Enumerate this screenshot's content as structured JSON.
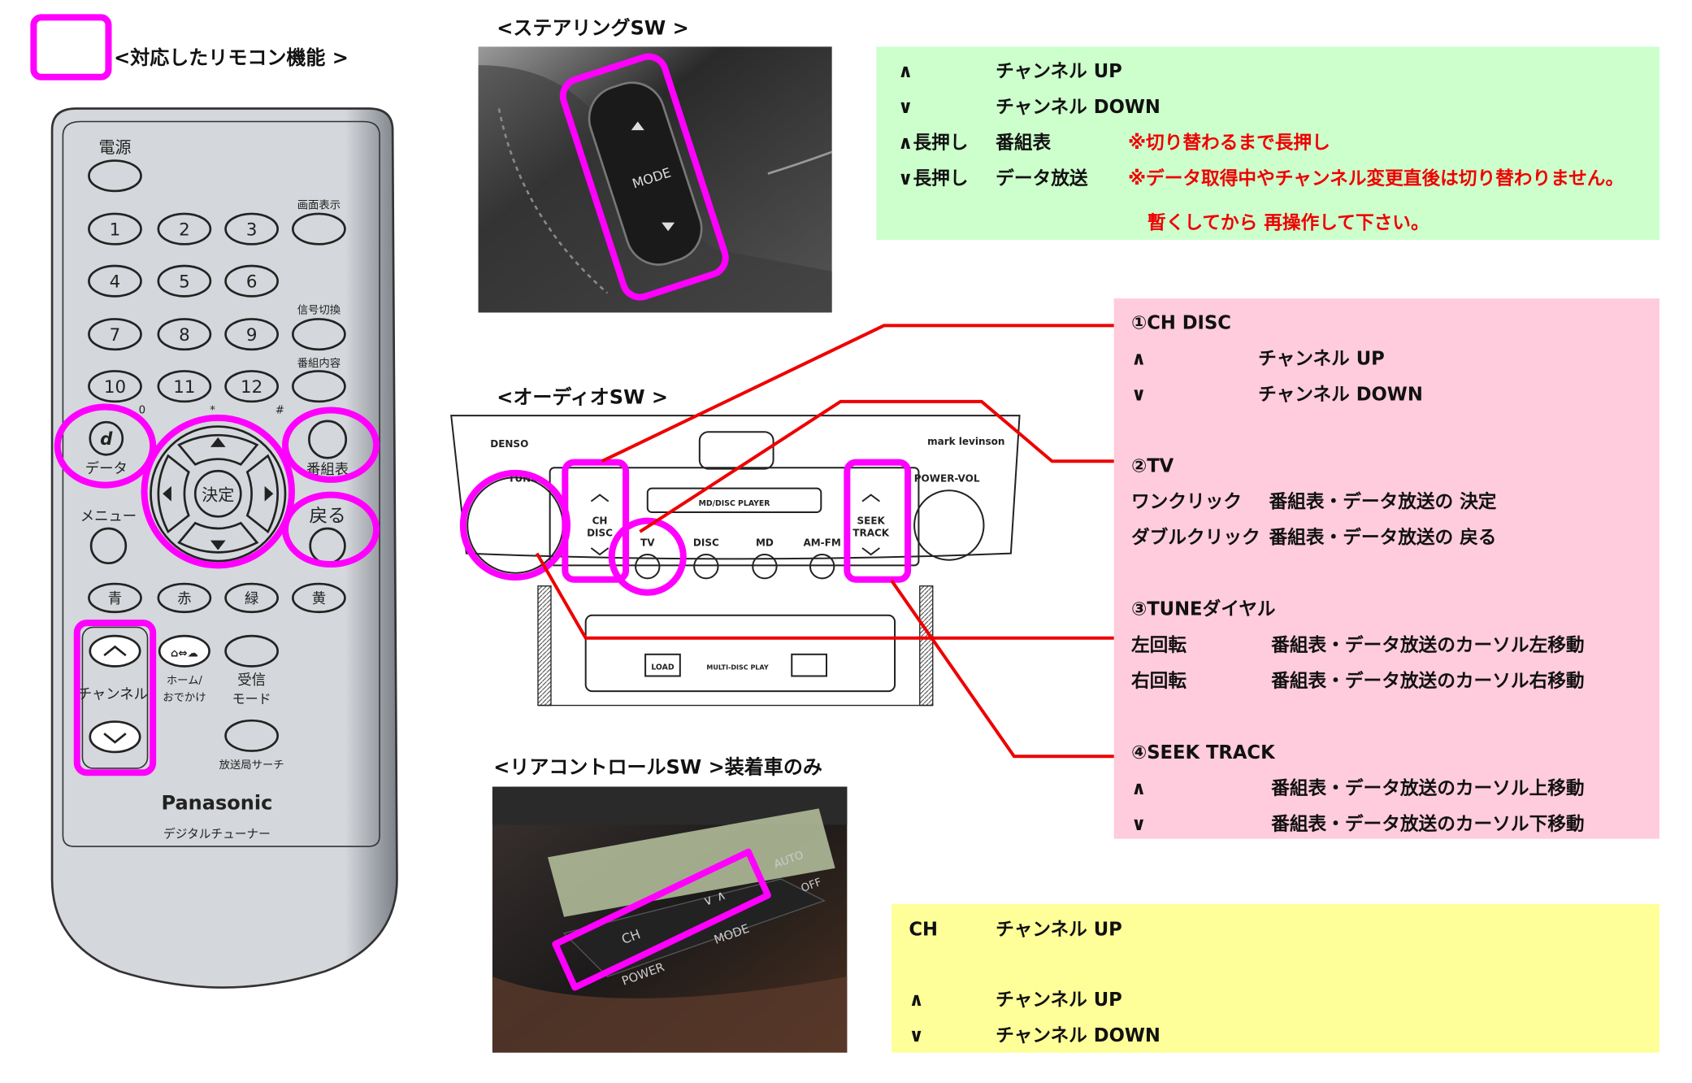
{
  "legend": {
    "title": "<対応したリモコン機能 >"
  },
  "remote": {
    "power": "電源",
    "numbers": [
      "1",
      "2",
      "3",
      "4",
      "5",
      "6",
      "7",
      "8",
      "9",
      "10",
      "11",
      "12"
    ],
    "num_marks": [
      "0",
      "*",
      "#"
    ],
    "side_labels": [
      "画面表示",
      "信号切換",
      "番組内容"
    ],
    "data": "データ",
    "enter": "決定",
    "epg": "番組表",
    "menu": "メニュー",
    "back": "戻る",
    "colors": [
      "青",
      "赤",
      "緑",
      "黄"
    ],
    "channel": "チャンネル",
    "home_line1": "ホーム/",
    "home_line2": "おでかけ",
    "recv_line1": "受信",
    "recv_line2": "モード",
    "search": "放送局サーチ",
    "brand": "Panasonic",
    "model": "デジタルチューナー"
  },
  "steering": {
    "title": "<ステアリングSW >",
    "mode": "MODE"
  },
  "audio": {
    "title": "<オーディオSW >",
    "brand_left": "DENSO",
    "brand_right": "mark levinson",
    "tune": "TUNE",
    "ch": "CH",
    "disc_label": "DISC",
    "tv": "TV",
    "disc": "DISC",
    "md": "MD",
    "amfm": "AM-FM",
    "seek": "SEEK",
    "track": "TRACK",
    "power_vol": "POWER-VOL",
    "player": "MD/DISC PLAYER",
    "load": "LOAD",
    "multi": "MULTI-DISC PLAY"
  },
  "rear": {
    "title": "<リアコントロールSW >装着車のみ",
    "ch": "CH",
    "power": "POWER",
    "mode": "MODE",
    "auto": "AUTO",
    "off": "OFF"
  },
  "green_box": {
    "bg": "#ccffcc",
    "rows": [
      {
        "key": "∧",
        "action": "チャンネル  UP"
      },
      {
        "key": "∨",
        "action": "チャンネル  DOWN"
      },
      {
        "key": "∧長押し",
        "action": "番組表",
        "note": "※切り替わるまで長押し"
      },
      {
        "key": "∨長押し",
        "action": "データ放送",
        "note": "※データ取得中やチャンネル変更直後は切り替わりません。"
      }
    ],
    "note_cont": "暫くしてから  再操作して下さい。"
  },
  "pink_box": {
    "bg": "#ffccdd",
    "sections": [
      {
        "title": "①CH DISC",
        "rows": [
          {
            "key": "∧",
            "action": "チャンネル   UP"
          },
          {
            "key": "∨",
            "action": "チャンネル   DOWN"
          }
        ]
      },
      {
        "title": "②TV",
        "rows": [
          {
            "key": "ワンクリック",
            "action": "番組表・データ放送の 決定"
          },
          {
            "key": "ダブルクリック",
            "action": "番組表・データ放送の 戻る"
          }
        ]
      },
      {
        "title": "③TUNEダイヤル",
        "rows": [
          {
            "key": "左回転",
            "action": "番組表・データ放送のカーソル左移動"
          },
          {
            "key": "右回転",
            "action": "番組表・データ放送のカーソル右移動"
          }
        ]
      },
      {
        "title": "④SEEK TRACK",
        "rows": [
          {
            "key": "∧",
            "action": "番組表・データ放送のカーソル上移動"
          },
          {
            "key": "∨",
            "action": "番組表・データ放送のカーソル下移動"
          }
        ]
      }
    ]
  },
  "yellow_box": {
    "bg": "#ffff99",
    "rows": [
      {
        "key": "CH",
        "action": "チャンネル  UP"
      },
      {
        "key": "∧",
        "action": "チャンネル  UP"
      },
      {
        "key": "∨",
        "action": "チャンネル  DOWN"
      }
    ]
  },
  "colors": {
    "highlight": "#ff00ff",
    "leader": "#ee0000",
    "note": "#ee0000"
  }
}
